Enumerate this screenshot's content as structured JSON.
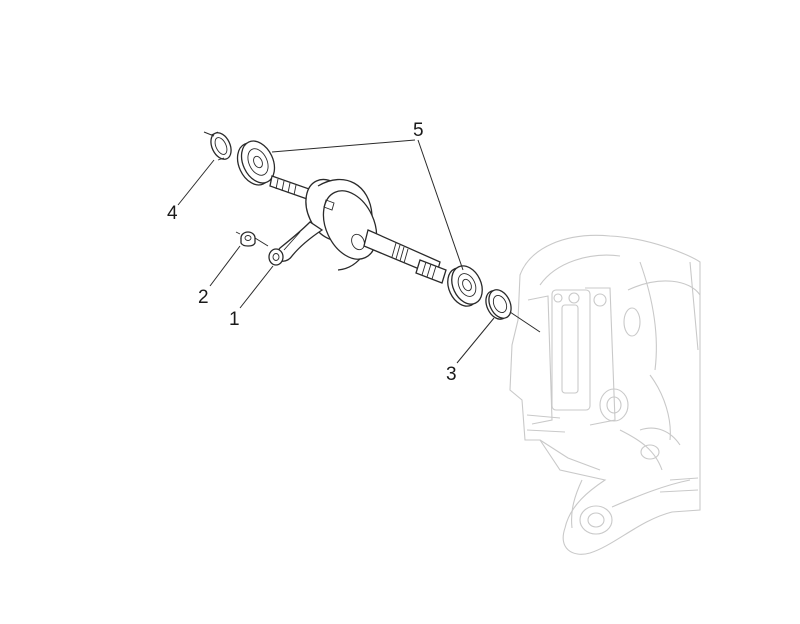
{
  "diagram": {
    "callouts": [
      {
        "id": "1",
        "label": "1"
      },
      {
        "id": "2",
        "label": "2"
      },
      {
        "id": "3",
        "label": "3"
      },
      {
        "id": "4",
        "label": "4"
      },
      {
        "id": "5",
        "label": "5"
      }
    ],
    "colors": {
      "line": "#2a2a2a",
      "ghost": "#c9c9c9",
      "background": "#ffffff"
    }
  }
}
